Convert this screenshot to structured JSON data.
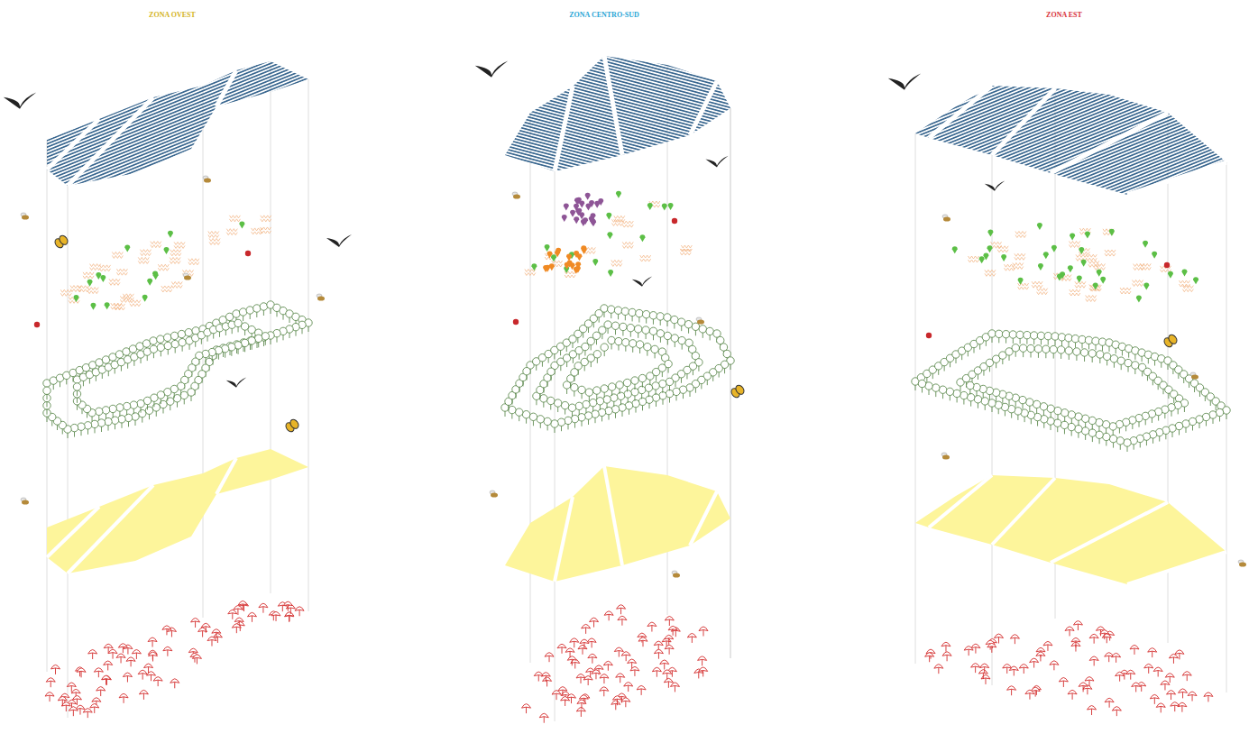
{
  "diagram": {
    "labels": [
      "ZONA OVEST",
      "ZONA CENTRO-SUD",
      "ZONA EST"
    ]
  }
}
